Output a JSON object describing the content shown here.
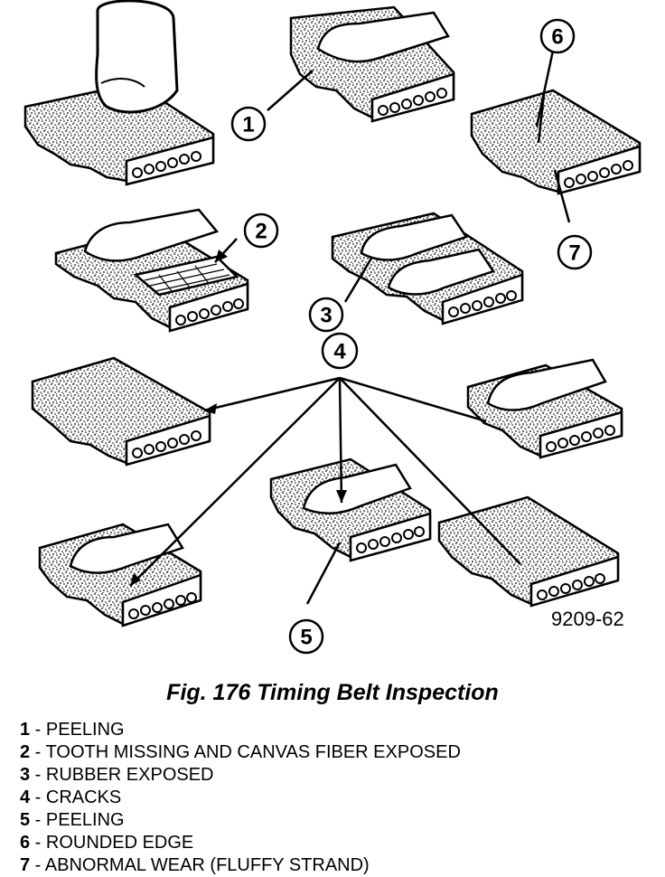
{
  "figure_code": "9209-62",
  "caption": "Fig. 176 Timing Belt Inspection",
  "callouts": [
    "1",
    "2",
    "3",
    "4",
    "5",
    "6",
    "7"
  ],
  "legend": [
    {
      "num": "1",
      "text": " - PEELING"
    },
    {
      "num": "2",
      "text": " - TOOTH MISSING AND CANVAS FIBER EXPOSED"
    },
    {
      "num": "3",
      "text": " - RUBBER EXPOSED"
    },
    {
      "num": "4",
      "text": " - CRACKS"
    },
    {
      "num": "5",
      "text": " - PEELING"
    },
    {
      "num": "6",
      "text": " - ROUNDED EDGE"
    },
    {
      "num": "7",
      "text": " - ABNORMAL WEAR (FLUFFY STRAND)"
    }
  ]
}
